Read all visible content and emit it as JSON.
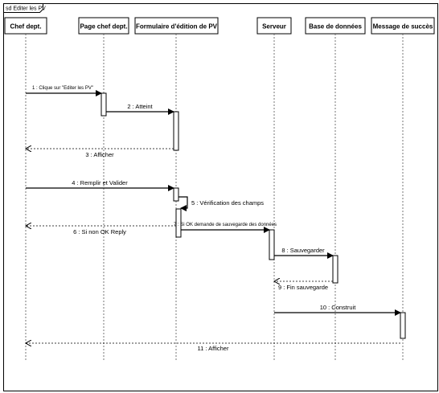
{
  "diagram": {
    "frame_title": "sd Editer les PV",
    "participants": [
      {
        "id": "chef",
        "name": "Chef dept."
      },
      {
        "id": "page",
        "name": "Page chef dept."
      },
      {
        "id": "form",
        "name": "Formulaire d'édition de PV"
      },
      {
        "id": "serveur",
        "name": "Serveur"
      },
      {
        "id": "bdd",
        "name": "Base de données"
      },
      {
        "id": "msg",
        "name": "Message de succès"
      }
    ],
    "messages": [
      {
        "id": "m1",
        "label": "1 : Clique sur \"Editer les PV\"",
        "from": "chef",
        "to": "page",
        "kind": "call"
      },
      {
        "id": "m2",
        "label": "2 : Atteint",
        "from": "page",
        "to": "form",
        "kind": "call"
      },
      {
        "id": "m3",
        "label": "3 : Afficher",
        "from": "form",
        "to": "chef",
        "kind": "return"
      },
      {
        "id": "m4",
        "label": "4 : Remplir et Valider",
        "from": "chef",
        "to": "form",
        "kind": "call"
      },
      {
        "id": "m5",
        "label": "5 : Vérification des champs",
        "from": "form",
        "to": "form",
        "kind": "self"
      },
      {
        "id": "m6",
        "label": "6 : Si non OK Reply",
        "from": "form",
        "to": "chef",
        "kind": "return"
      },
      {
        "id": "m7",
        "label": "7 : Si OK demande de sauvegarde des données",
        "from": "form",
        "to": "serveur",
        "kind": "call"
      },
      {
        "id": "m8",
        "label": "8 : Sauvegarder",
        "from": "serveur",
        "to": "bdd",
        "kind": "call"
      },
      {
        "id": "m9",
        "label": "9 : Fin sauvegarde",
        "from": "bdd",
        "to": "serveur",
        "kind": "return"
      },
      {
        "id": "m10",
        "label": "10 : Construit",
        "from": "serveur",
        "to": "msg",
        "kind": "call"
      },
      {
        "id": "m11",
        "label": "11 : Afficher",
        "from": "msg",
        "to": "chef",
        "kind": "return"
      }
    ]
  }
}
